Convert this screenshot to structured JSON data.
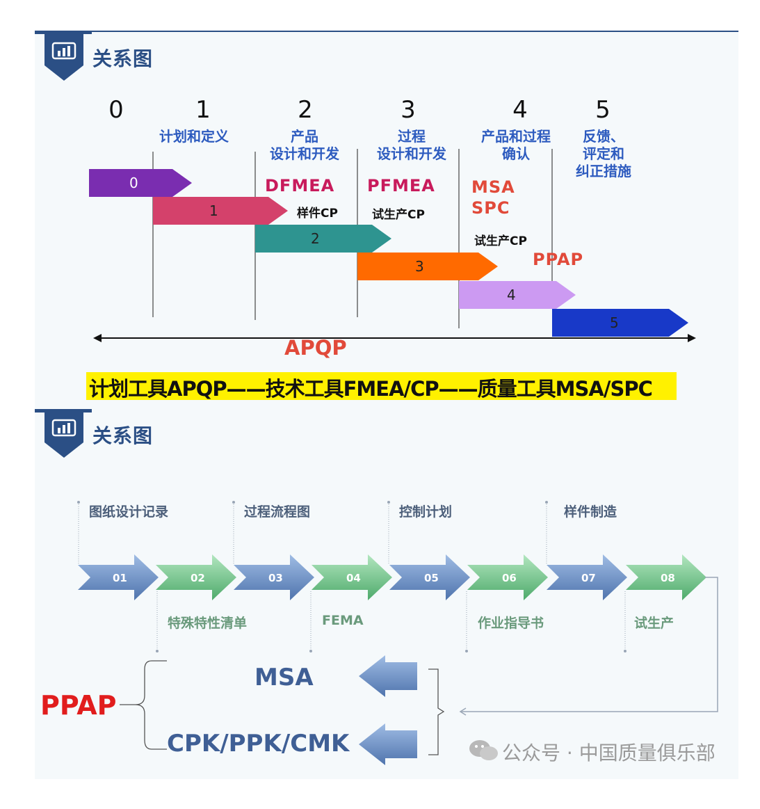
{
  "section1": {
    "title": "关系图",
    "phase_numbers": [
      "0",
      "1",
      "2",
      "3",
      "4",
      "5"
    ],
    "phase_names": [
      "计划和定义",
      "产品\n设计和开发",
      "过程\n设计和开发",
      "产品和过程\n确认",
      "反馈、\n评定和\n纠正措施"
    ],
    "bars": [
      "0",
      "1",
      "2",
      "3",
      "4",
      "5"
    ],
    "tools": {
      "dfmea": "DFMEA",
      "pfmea": "PFMEA",
      "msa": "MSA",
      "spc": "SPC",
      "ppap": "PPAP",
      "cp_sample": "样件CP",
      "cp_trial_a": "试生产CP",
      "cp_trial_b": "试生产CP"
    },
    "apqp_label": "APQP",
    "banner": "计划工具APQP——技术工具FMEA/CP——质量工具MSA/SPC"
  },
  "section2": {
    "title": "关系图",
    "arrows": [
      "01",
      "02",
      "03",
      "04",
      "05",
      "06",
      "07",
      "08"
    ],
    "top_labels": [
      "图纸设计记录",
      "过程流程图",
      "控制计划",
      "样件制造"
    ],
    "bottom_labels": [
      "特殊特性清单",
      "FEMA",
      "作业指导书",
      "试生产"
    ],
    "ppap": "PPAP",
    "msa": "MSA",
    "cpk": "CPK/PPK/CMK",
    "watermark": "公众号 · 中国质量俱乐部"
  },
  "colors": {
    "header_blue": "#2b4f85",
    "bar0": "#7a2db0",
    "bar1": "#d4416b",
    "bar2": "#2e9490",
    "bar3": "#ff6a00",
    "bar4": "#cc9af2",
    "bar5": "#1839c8",
    "arrow_blue": "#6a8cc0",
    "arrow_green": "#6fc188",
    "ppap_red": "#e11d1d"
  }
}
